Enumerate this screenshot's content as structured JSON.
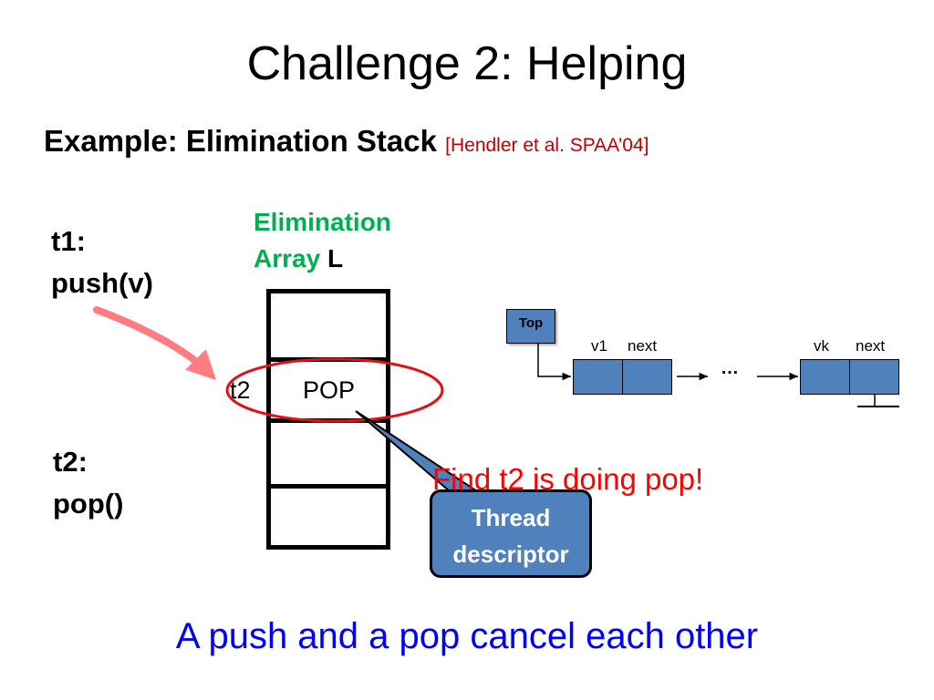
{
  "title": "Challenge 2: Helping",
  "subtitle": {
    "text": "Example: Elimination Stack",
    "citation": "[Hendler et al. SPAA’04]"
  },
  "threads": {
    "t1": {
      "name": "t1:",
      "op": "push(v)"
    },
    "t2": {
      "name": "t2:",
      "op": "pop()"
    }
  },
  "elimination_array": {
    "title_line1": "Elimination",
    "title_line2": "Array",
    "name": "L",
    "filled_row": {
      "thread": "t2",
      "op": "POP"
    }
  },
  "callout": {
    "find_text": "Find t2 is doing pop!",
    "box_line1": "Thread",
    "box_line2": "descriptor"
  },
  "stack": {
    "top_label": "Top",
    "node1": {
      "value": "v1",
      "next": "next"
    },
    "ellipsis": "…",
    "nodek": {
      "value": "vk",
      "next": "next"
    }
  },
  "footer": "A push and a pop cancel each other",
  "colors": {
    "green": "#00b050",
    "red": "#c00000",
    "bright_red": "#ff0000",
    "blue": "#0000ff",
    "node_fill": "#4f81bd",
    "arrow_pink": "#ff7c80"
  }
}
